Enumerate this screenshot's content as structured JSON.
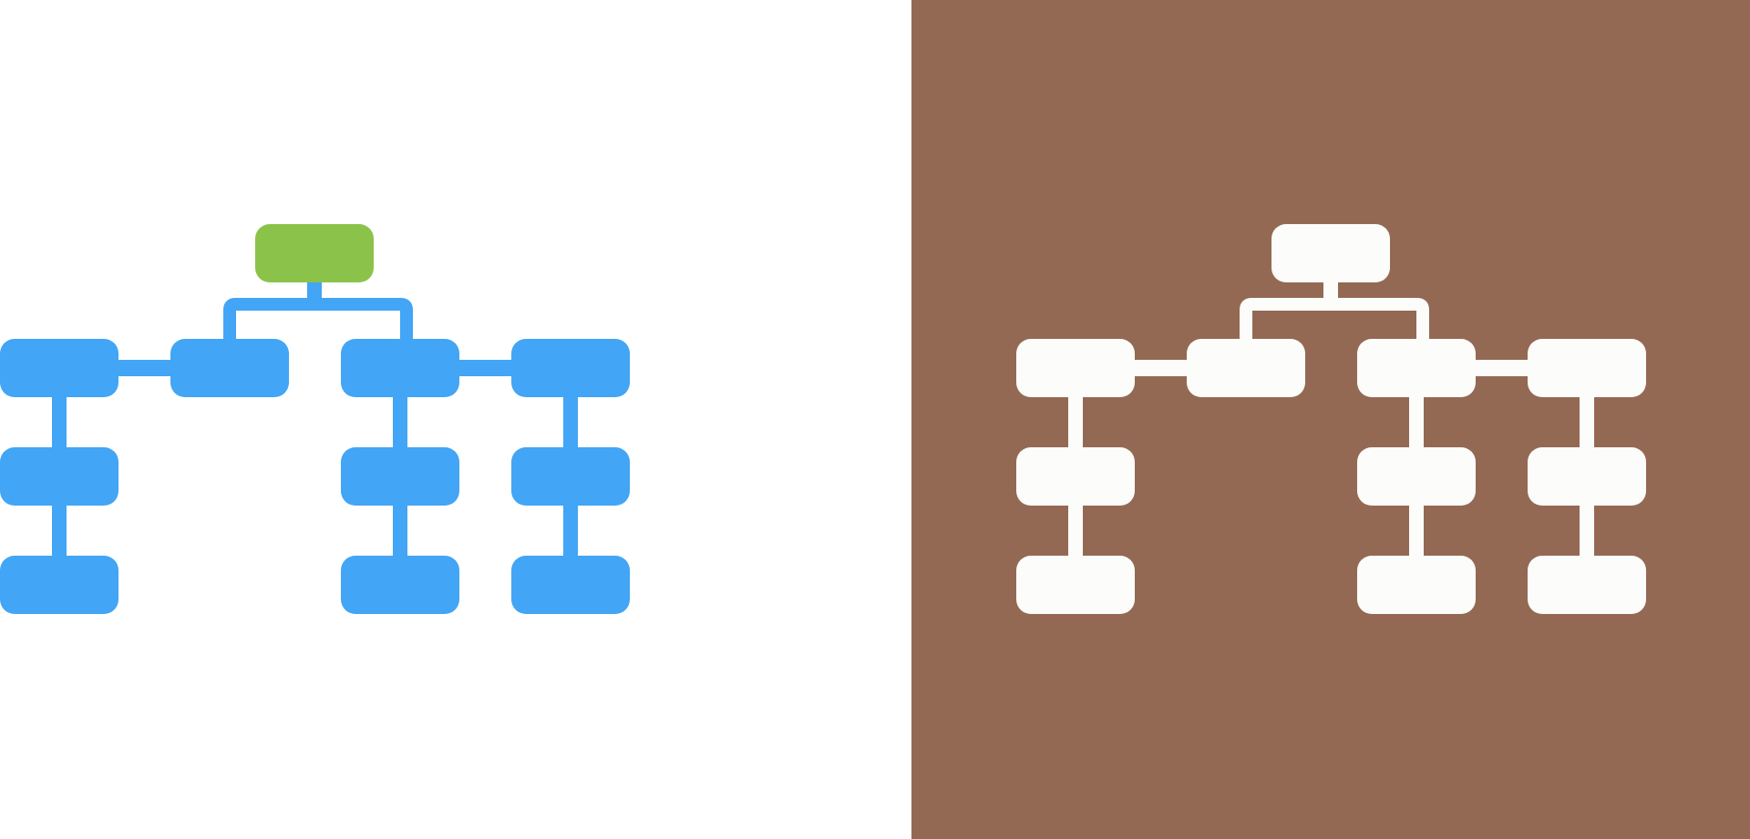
{
  "icons": [
    {
      "variant": "colored",
      "icon_name": "hierarchy-org-chart-icon",
      "background": "#ffffff",
      "root_color": "#8bc34a",
      "node_color": "#42a5f5",
      "connector_color": "#42a5f5"
    },
    {
      "variant": "glyph",
      "icon_name": "hierarchy-org-chart-icon",
      "background": "#946954",
      "root_color": "#fcfcfa",
      "node_color": "#fcfcfa",
      "connector_color": "#fcfcfa"
    }
  ],
  "structure": {
    "root": "top",
    "branches": [
      {
        "id": "col1",
        "children": 2,
        "link": "horizontal-from-col2"
      },
      {
        "id": "col2",
        "children": 0,
        "link": "from-root"
      },
      {
        "id": "col3",
        "children": 2,
        "link": "from-root"
      },
      {
        "id": "col4",
        "children": 2,
        "link": "horizontal-from-col3"
      }
    ]
  }
}
